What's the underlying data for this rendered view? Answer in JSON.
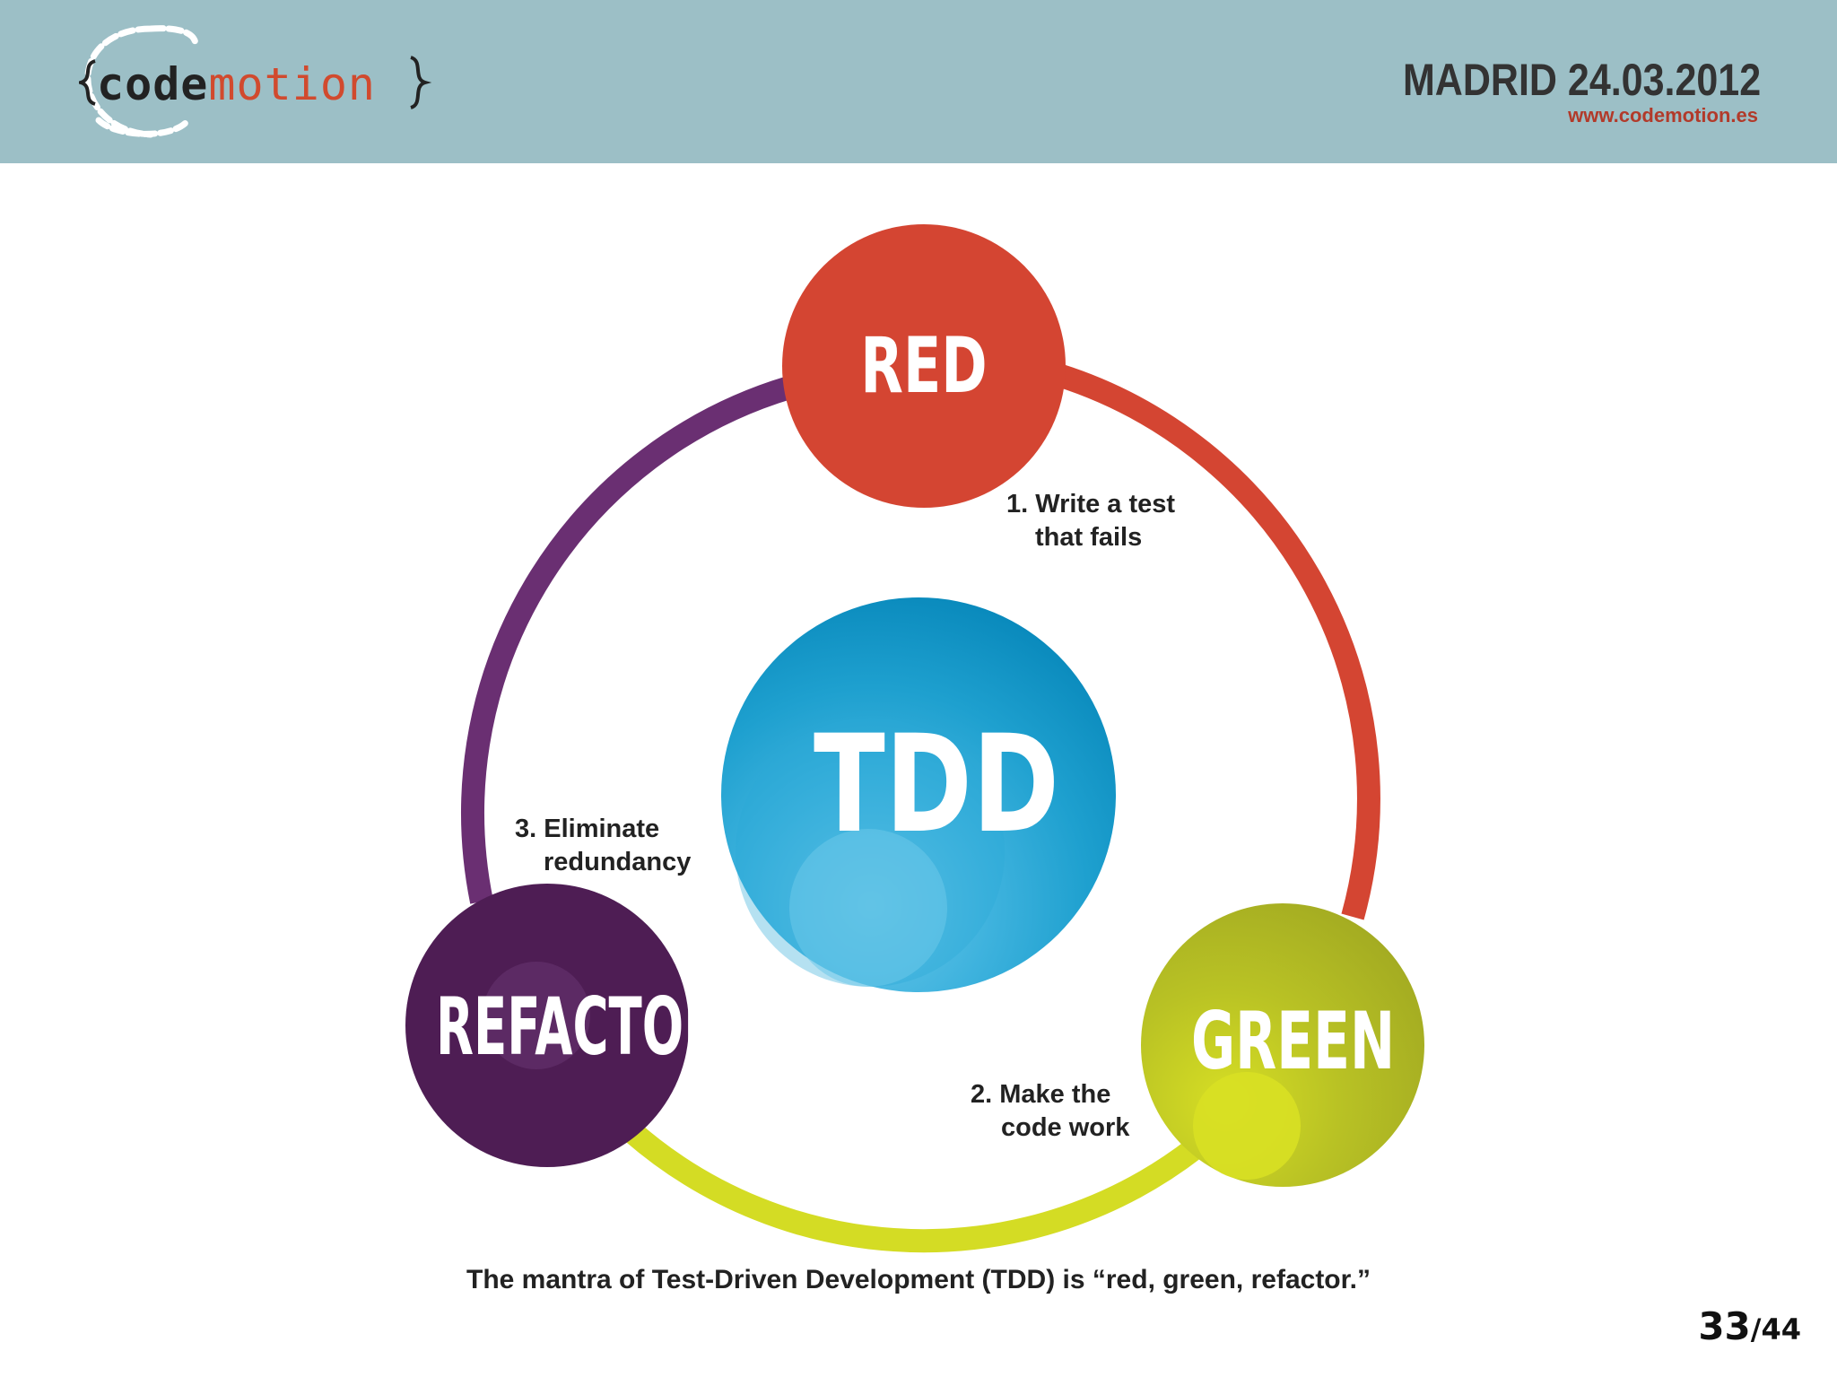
{
  "header": {
    "logo_code": "code",
    "logo_motion": "motion",
    "event_title": "MADRID 24.03.2012",
    "event_url": "www.codemotion.es"
  },
  "diagram": {
    "center_label": "TDD",
    "nodes": [
      {
        "label": "RED",
        "color": "#d44532"
      },
      {
        "label": "GREEN",
        "color": "#a8b324"
      },
      {
        "label": "REFACTOR",
        "color": "#4e1d54"
      }
    ],
    "steps": [
      {
        "line1": "1. Write a test",
        "line2": "that fails"
      },
      {
        "line1": "2. Make the",
        "line2": "code work"
      },
      {
        "line1": "3. Eliminate",
        "line2": "redundancy"
      }
    ],
    "ring_colors": {
      "red": "#d44532",
      "green": "#d4dc24",
      "purple": "#6a2f72"
    },
    "center_color": "#0b93c2"
  },
  "caption": "The mantra of Test-Driven Development (TDD) is “red, green, refactor.”",
  "page": {
    "current": "33",
    "total": "/44"
  }
}
